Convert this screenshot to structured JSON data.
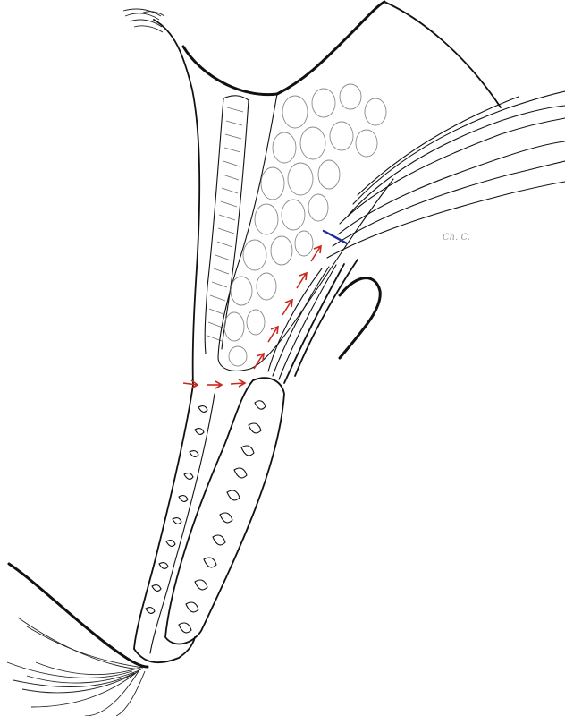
{
  "figure": {
    "description_text": "",
    "signature": "Ch. C.",
    "colors": {
      "ink": "#111111",
      "fat": "#8a8a8a",
      "arrow": "#c8281e",
      "incision": "#1e2aa0"
    },
    "arrows": {
      "count": 8,
      "color_name": "red"
    },
    "incision_mark": {
      "color_name": "blue"
    }
  }
}
